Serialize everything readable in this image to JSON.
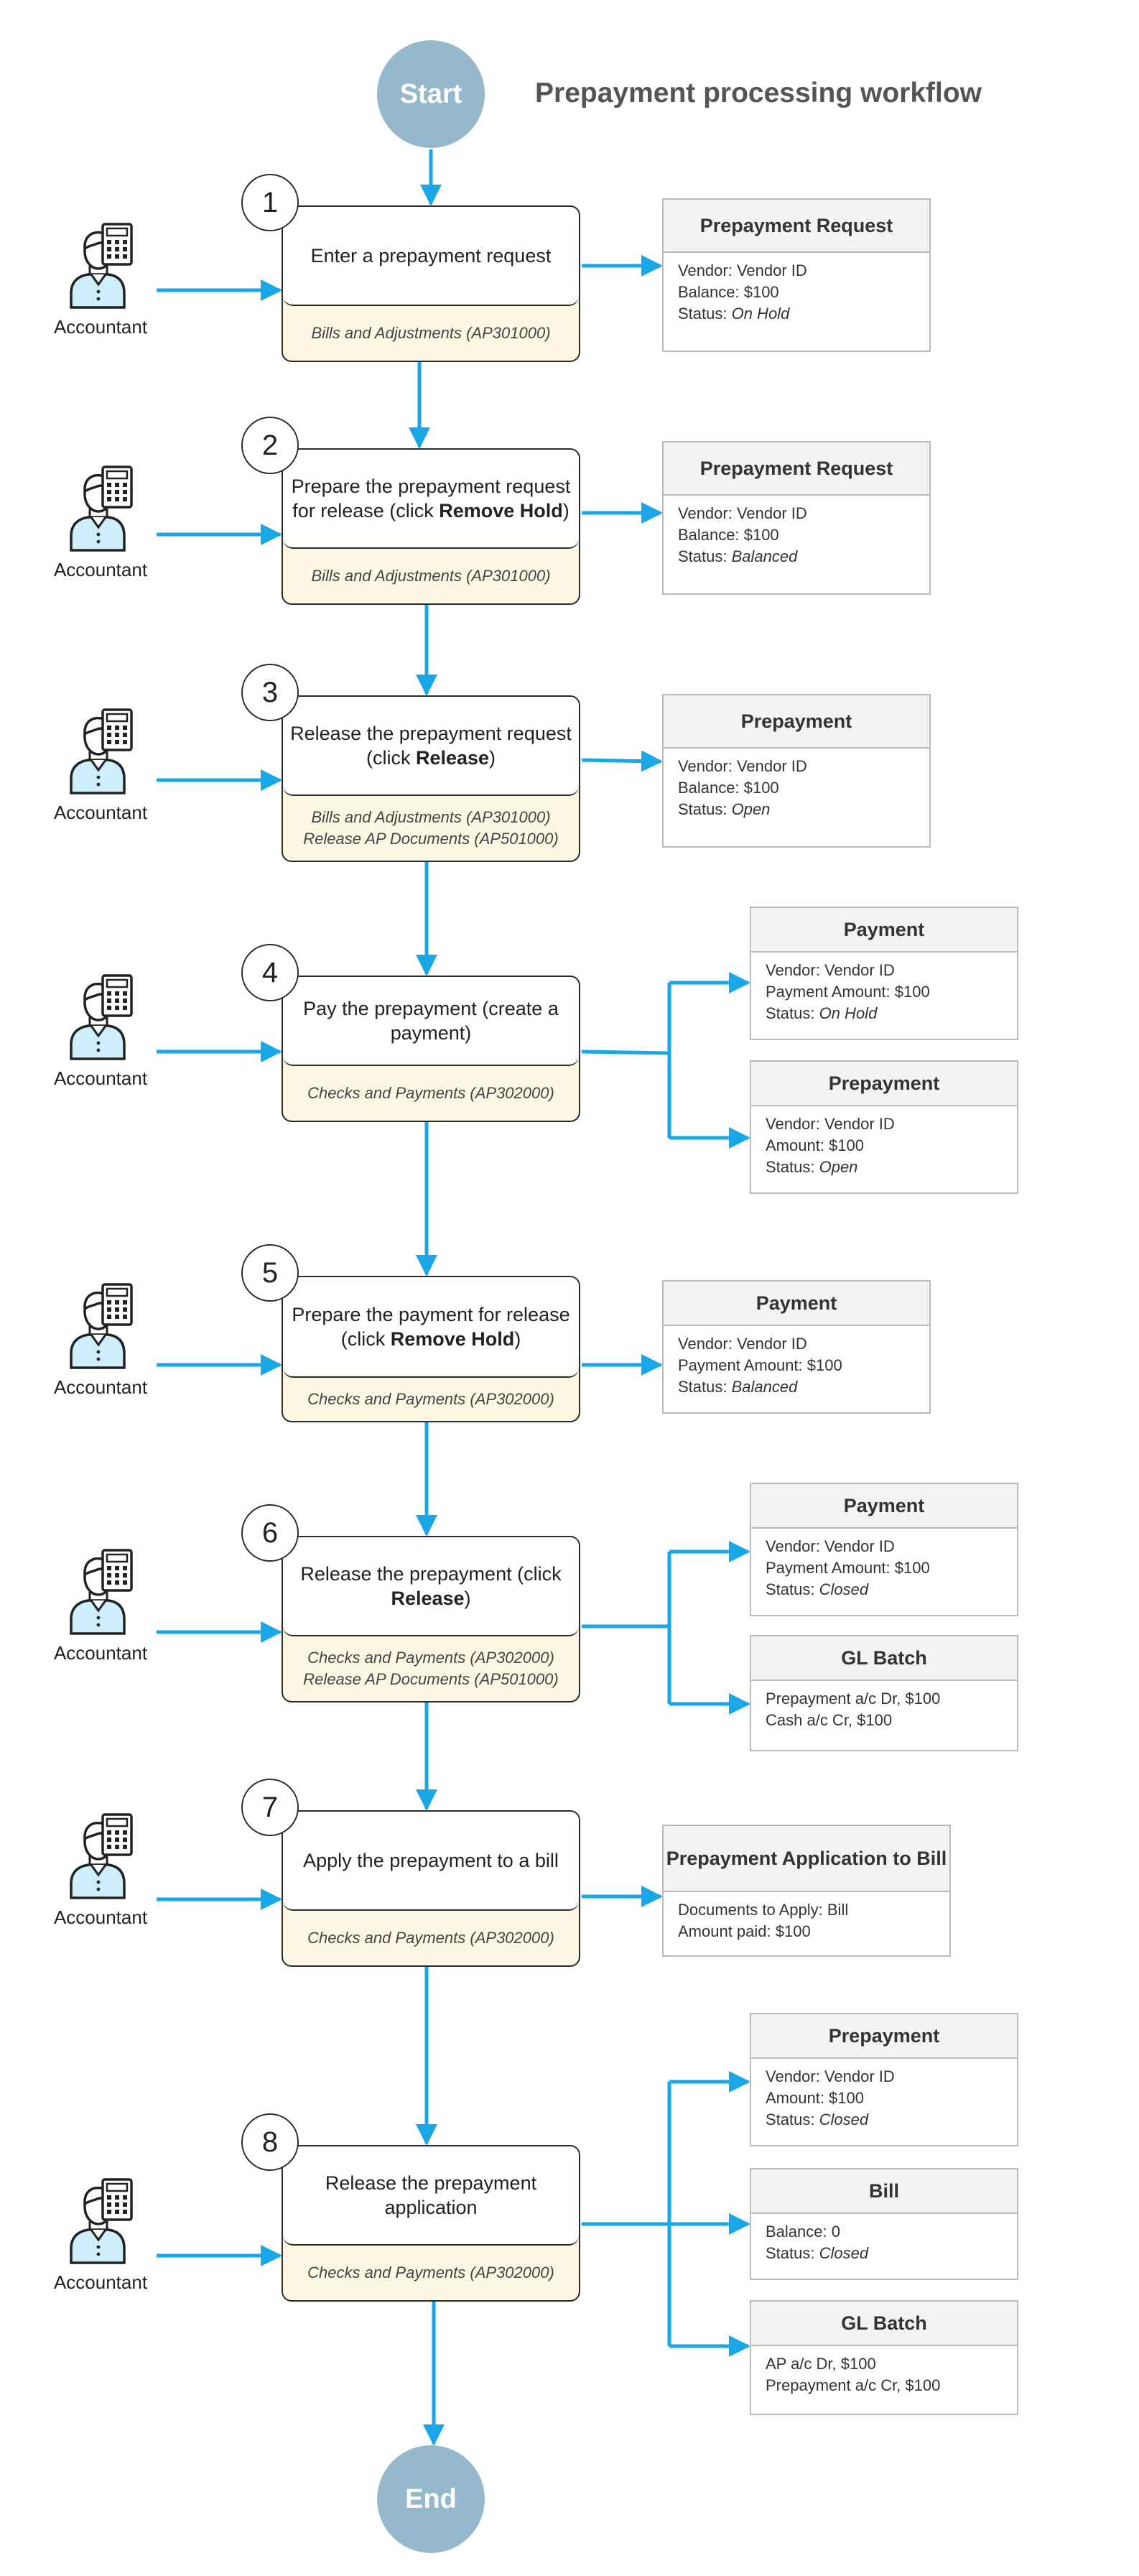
{
  "title": "Prepayment processing workflow",
  "start_label": "Start",
  "end_label": "End",
  "actor_label": "Accountant",
  "steps": [
    {
      "num": "1",
      "text": "Enter a prepayment request",
      "forms": [
        "Bills and Adjustments (AP301000)"
      ]
    },
    {
      "num": "2",
      "text_parts": [
        "Prepare the prepayment request for release (click ",
        "Remove Hold",
        ")"
      ],
      "forms": [
        "Bills and Adjustments (AP301000)"
      ]
    },
    {
      "num": "3",
      "text_parts": [
        "Release the prepayment request (click ",
        "Release",
        ")"
      ],
      "forms": [
        "Bills and Adjustments (AP301000)",
        "Release AP Documents (AP501000)"
      ]
    },
    {
      "num": "4",
      "text": "Pay the prepayment (create a payment)",
      "forms": [
        "Checks and Payments (AP302000)"
      ]
    },
    {
      "num": "5",
      "text_parts": [
        "Prepare the payment for release (click ",
        "Remove Hold",
        ")"
      ],
      "forms": [
        "Checks and Payments (AP302000)"
      ]
    },
    {
      "num": "6",
      "text_parts": [
        "Release the prepayment (click ",
        "Release",
        ")"
      ],
      "forms": [
        "Checks and Payments (AP302000)",
        "Release AP Documents (AP501000)"
      ]
    },
    {
      "num": "7",
      "text": "Apply the prepayment to a bill",
      "forms": [
        "Checks and Payments (AP302000)"
      ]
    },
    {
      "num": "8",
      "text": "Release the prepayment application",
      "forms": [
        "Checks and Payments (AP302000)"
      ]
    }
  ],
  "documents": [
    {
      "title": "Prepayment Request",
      "lines": [
        [
          "Vendor: Vendor ID",
          ""
        ],
        [
          "Balance: $100",
          ""
        ],
        [
          "Status: ",
          "On Hold"
        ]
      ]
    },
    {
      "title": "Prepayment Request",
      "lines": [
        [
          "Vendor: Vendor ID",
          ""
        ],
        [
          "Balance: $100",
          ""
        ],
        [
          "Status: ",
          "Balanced"
        ]
      ]
    },
    {
      "title": "Prepayment",
      "lines": [
        [
          "Vendor: Vendor ID",
          ""
        ],
        [
          "Balance: $100",
          ""
        ],
        [
          "Status: ",
          "Open"
        ]
      ]
    },
    {
      "title": "Payment",
      "lines": [
        [
          "Vendor: Vendor ID",
          ""
        ],
        [
          "Payment Amount: $100",
          ""
        ],
        [
          "Status: ",
          "On Hold"
        ]
      ]
    },
    {
      "title": "Prepayment",
      "lines": [
        [
          "Vendor: Vendor ID",
          ""
        ],
        [
          "Amount: $100",
          ""
        ],
        [
          "Status: ",
          "Open"
        ]
      ]
    },
    {
      "title": "Payment",
      "lines": [
        [
          "Vendor: Vendor ID",
          ""
        ],
        [
          "Payment Amount: $100",
          ""
        ],
        [
          "Status: ",
          "Balanced"
        ]
      ]
    },
    {
      "title": "Payment",
      "lines": [
        [
          "Vendor: Vendor ID",
          ""
        ],
        [
          "Payment Amount: $100",
          ""
        ],
        [
          "Status: ",
          "Closed"
        ]
      ]
    },
    {
      "title": "GL Batch",
      "lines": [
        [
          "Prepayment a/c Dr, $100",
          ""
        ],
        [
          "Cash a/c Cr, $100",
          ""
        ]
      ]
    },
    {
      "title": "Prepayment Application to Bill",
      "lines": [
        [
          "Documents to Apply: Bill",
          ""
        ],
        [
          "Amount paid: $100",
          ""
        ]
      ]
    },
    {
      "title": "Prepayment",
      "lines": [
        [
          "Vendor: Vendor ID",
          ""
        ],
        [
          "Amount: $100",
          ""
        ],
        [
          "Status: ",
          "Closed"
        ]
      ]
    },
    {
      "title": "Bill",
      "lines": [
        [
          "Balance: 0",
          ""
        ],
        [
          "Status: ",
          "Closed"
        ]
      ]
    },
    {
      "title": "GL Batch",
      "lines": [
        [
          "AP a/c Dr, $100",
          ""
        ],
        [
          "Prepayment a/c Cr, $100",
          ""
        ]
      ]
    }
  ],
  "colors": {
    "arrow": "#1aa7e8",
    "terminal": "#96b8cc",
    "step_footer": "#fcf7e2"
  },
  "icons": {
    "actor": "accountant-with-calculator-icon"
  }
}
